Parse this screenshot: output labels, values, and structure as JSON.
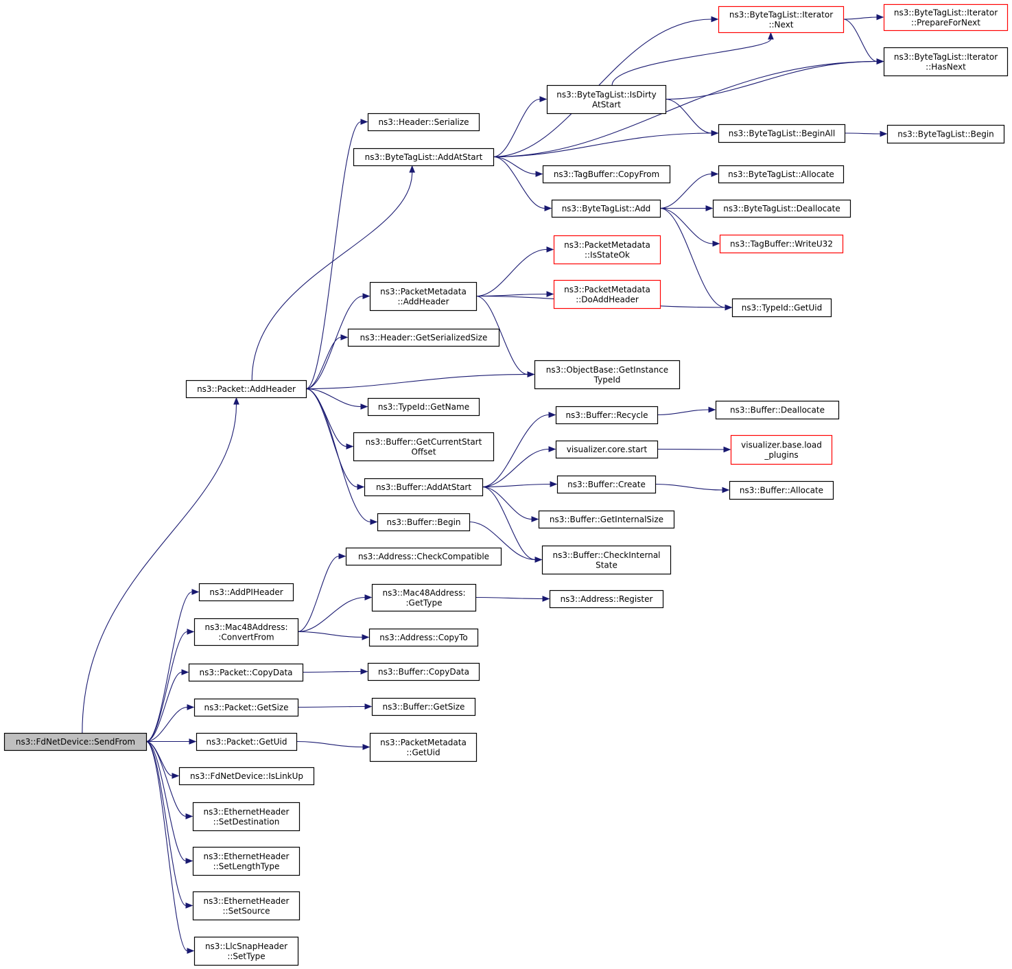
{
  "graph": {
    "colors": {
      "edge": "#191970",
      "border": "#000000",
      "incomplete_border": "#ff0000",
      "root_fill": "#bfbfbf"
    },
    "nodes": [
      {
        "id": "sendfrom",
        "lines": [
          "ns3::FdNetDevice::SendFrom"
        ],
        "style": "root"
      },
      {
        "id": "pkt_addheader",
        "lines": [
          "ns3::Packet::AddHeader"
        ]
      },
      {
        "id": "addpiheader",
        "lines": [
          "ns3::AddPIHeader"
        ]
      },
      {
        "id": "mac48_convertfrom",
        "lines": [
          "ns3::Mac48Address:",
          ":ConvertFrom"
        ]
      },
      {
        "id": "pkt_copydata",
        "lines": [
          "ns3::Packet::CopyData"
        ]
      },
      {
        "id": "pkt_getsize",
        "lines": [
          "ns3::Packet::GetSize"
        ]
      },
      {
        "id": "pkt_getuid",
        "lines": [
          "ns3::Packet::GetUid"
        ]
      },
      {
        "id": "fd_islinkup",
        "lines": [
          "ns3::FdNetDevice::IsLinkUp"
        ]
      },
      {
        "id": "eth_setdest",
        "lines": [
          "ns3::EthernetHeader",
          "::SetDestination"
        ]
      },
      {
        "id": "eth_setlen",
        "lines": [
          "ns3::EthernetHeader",
          "::SetLengthType"
        ]
      },
      {
        "id": "eth_setsrc",
        "lines": [
          "ns3::EthernetHeader",
          "::SetSource"
        ]
      },
      {
        "id": "llc_settype",
        "lines": [
          "ns3::LlcSnapHeader",
          "::SetType"
        ]
      },
      {
        "id": "hdr_serialize",
        "lines": [
          "ns3::Header::Serialize"
        ]
      },
      {
        "id": "btl_addatstart",
        "lines": [
          "ns3::ByteTagList::AddAtStart"
        ]
      },
      {
        "id": "pm_addheader",
        "lines": [
          "ns3::PacketMetadata",
          "::AddHeader"
        ]
      },
      {
        "id": "hdr_getsersize",
        "lines": [
          "ns3::Header::GetSerializedSize"
        ]
      },
      {
        "id": "typeid_getname",
        "lines": [
          "ns3::TypeId::GetName"
        ]
      },
      {
        "id": "buf_getcurstart",
        "lines": [
          "ns3::Buffer::GetCurrentStart",
          "Offset"
        ]
      },
      {
        "id": "buf_addatstart",
        "lines": [
          "ns3::Buffer::AddAtStart"
        ]
      },
      {
        "id": "buf_begin",
        "lines": [
          "ns3::Buffer::Begin"
        ]
      },
      {
        "id": "addr_checkcompat",
        "lines": [
          "ns3::Address::CheckCompatible"
        ]
      },
      {
        "id": "mac48_gettype",
        "lines": [
          "ns3::Mac48Address:",
          ":GetType"
        ]
      },
      {
        "id": "addr_copyto",
        "lines": [
          "ns3::Address::CopyTo"
        ]
      },
      {
        "id": "buf_copydata",
        "lines": [
          "ns3::Buffer::CopyData"
        ]
      },
      {
        "id": "buf_getsize",
        "lines": [
          "ns3::Buffer::GetSize"
        ]
      },
      {
        "id": "pm_getuid",
        "lines": [
          "ns3::PacketMetadata",
          "::GetUid"
        ]
      },
      {
        "id": "btl_isdirty",
        "lines": [
          "ns3::ByteTagList::IsDirty",
          "AtStart"
        ]
      },
      {
        "id": "tagbuf_copyfrom",
        "lines": [
          "ns3::TagBuffer::CopyFrom"
        ]
      },
      {
        "id": "btl_add",
        "lines": [
          "ns3::ByteTagList::Add"
        ]
      },
      {
        "id": "pm_isstateok",
        "lines": [
          "ns3::PacketMetadata",
          "::IsStateOk"
        ],
        "style": "red"
      },
      {
        "id": "pm_doaddheader",
        "lines": [
          "ns3::PacketMetadata",
          "::DoAddHeader"
        ],
        "style": "red"
      },
      {
        "id": "objbase_getinst",
        "lines": [
          "ns3::ObjectBase::GetInstance",
          "TypeId"
        ]
      },
      {
        "id": "buf_recycle",
        "lines": [
          "ns3::Buffer::Recycle"
        ]
      },
      {
        "id": "vis_core_start",
        "lines": [
          "visualizer.core.start"
        ]
      },
      {
        "id": "buf_create",
        "lines": [
          "ns3::Buffer::Create"
        ]
      },
      {
        "id": "buf_getintsize",
        "lines": [
          "ns3::Buffer::GetInternalSize"
        ]
      },
      {
        "id": "buf_checkint",
        "lines": [
          "ns3::Buffer::CheckInternal",
          "State"
        ]
      },
      {
        "id": "addr_register",
        "lines": [
          "ns3::Address::Register"
        ]
      },
      {
        "id": "btli_next",
        "lines": [
          "ns3::ByteTagList::Iterator",
          "::Next"
        ],
        "style": "red"
      },
      {
        "id": "btl_beginall",
        "lines": [
          "ns3::ByteTagList::BeginAll"
        ]
      },
      {
        "id": "btl_allocate",
        "lines": [
          "ns3::ByteTagList::Allocate"
        ]
      },
      {
        "id": "btl_deallocate",
        "lines": [
          "ns3::ByteTagList::Deallocate"
        ]
      },
      {
        "id": "tagbuf_writeu32",
        "lines": [
          "ns3::TagBuffer::WriteU32"
        ],
        "style": "red"
      },
      {
        "id": "typeid_getuid",
        "lines": [
          "ns3::TypeId::GetUid"
        ]
      },
      {
        "id": "buf_dealloc",
        "lines": [
          "ns3::Buffer::Deallocate"
        ]
      },
      {
        "id": "vis_load_plugins",
        "lines": [
          "visualizer.base.load",
          "_plugins"
        ],
        "style": "red"
      },
      {
        "id": "buf_allocate",
        "lines": [
          "ns3::Buffer::Allocate"
        ]
      },
      {
        "id": "btli_preparefornext",
        "lines": [
          "ns3::ByteTagList::Iterator",
          "::PrepareForNext"
        ],
        "style": "red"
      },
      {
        "id": "btli_hasnext",
        "lines": [
          "ns3::ByteTagList::Iterator",
          "::HasNext"
        ]
      },
      {
        "id": "btl_begin",
        "lines": [
          "ns3::ByteTagList::Begin"
        ]
      }
    ],
    "edges": [
      [
        "sendfrom",
        "pkt_addheader"
      ],
      [
        "sendfrom",
        "addpiheader"
      ],
      [
        "sendfrom",
        "mac48_convertfrom"
      ],
      [
        "sendfrom",
        "pkt_copydata"
      ],
      [
        "sendfrom",
        "pkt_getsize"
      ],
      [
        "sendfrom",
        "pkt_getuid"
      ],
      [
        "sendfrom",
        "fd_islinkup"
      ],
      [
        "sendfrom",
        "eth_setdest"
      ],
      [
        "sendfrom",
        "eth_setlen"
      ],
      [
        "sendfrom",
        "eth_setsrc"
      ],
      [
        "sendfrom",
        "llc_settype"
      ],
      [
        "pkt_addheader",
        "hdr_serialize"
      ],
      [
        "pkt_addheader",
        "btl_addatstart"
      ],
      [
        "pkt_addheader",
        "pm_addheader"
      ],
      [
        "pkt_addheader",
        "hdr_getsersize"
      ],
      [
        "pkt_addheader",
        "objbase_getinst"
      ],
      [
        "pkt_addheader",
        "typeid_getname"
      ],
      [
        "pkt_addheader",
        "buf_getcurstart"
      ],
      [
        "pkt_addheader",
        "buf_addatstart"
      ],
      [
        "pkt_addheader",
        "buf_begin"
      ],
      [
        "btl_addatstart",
        "btli_next"
      ],
      [
        "btl_addatstart",
        "btli_hasnext"
      ],
      [
        "btl_addatstart",
        "btl_isdirty"
      ],
      [
        "btl_addatstart",
        "btl_beginall"
      ],
      [
        "btl_addatstart",
        "tagbuf_copyfrom"
      ],
      [
        "btl_addatstart",
        "btl_add"
      ],
      [
        "btl_isdirty",
        "btli_next"
      ],
      [
        "btl_isdirty",
        "btli_hasnext"
      ],
      [
        "btl_isdirty",
        "btl_beginall"
      ],
      [
        "btli_next",
        "btli_preparefornext"
      ],
      [
        "btli_next",
        "btli_hasnext"
      ],
      [
        "btl_beginall",
        "btl_begin"
      ],
      [
        "btl_add",
        "btl_allocate"
      ],
      [
        "btl_add",
        "btl_deallocate"
      ],
      [
        "btl_add",
        "tagbuf_writeu32"
      ],
      [
        "btl_add",
        "typeid_getuid"
      ],
      [
        "pm_addheader",
        "pm_isstateok"
      ],
      [
        "pm_addheader",
        "pm_doaddheader"
      ],
      [
        "pm_addheader",
        "typeid_getuid"
      ],
      [
        "pm_addheader",
        "objbase_getinst"
      ],
      [
        "buf_addatstart",
        "buf_recycle"
      ],
      [
        "buf_addatstart",
        "vis_core_start"
      ],
      [
        "buf_addatstart",
        "buf_create"
      ],
      [
        "buf_addatstart",
        "buf_getintsize"
      ],
      [
        "buf_addatstart",
        "buf_checkint"
      ],
      [
        "buf_begin",
        "buf_checkint"
      ],
      [
        "buf_recycle",
        "buf_dealloc"
      ],
      [
        "vis_core_start",
        "vis_load_plugins"
      ],
      [
        "buf_create",
        "buf_allocate"
      ],
      [
        "mac48_convertfrom",
        "addr_checkcompat"
      ],
      [
        "mac48_convertfrom",
        "mac48_gettype"
      ],
      [
        "mac48_convertfrom",
        "addr_copyto"
      ],
      [
        "mac48_gettype",
        "addr_register"
      ],
      [
        "pkt_copydata",
        "buf_copydata"
      ],
      [
        "pkt_getsize",
        "buf_getsize"
      ],
      [
        "pkt_getuid",
        "pm_getuid"
      ]
    ]
  }
}
